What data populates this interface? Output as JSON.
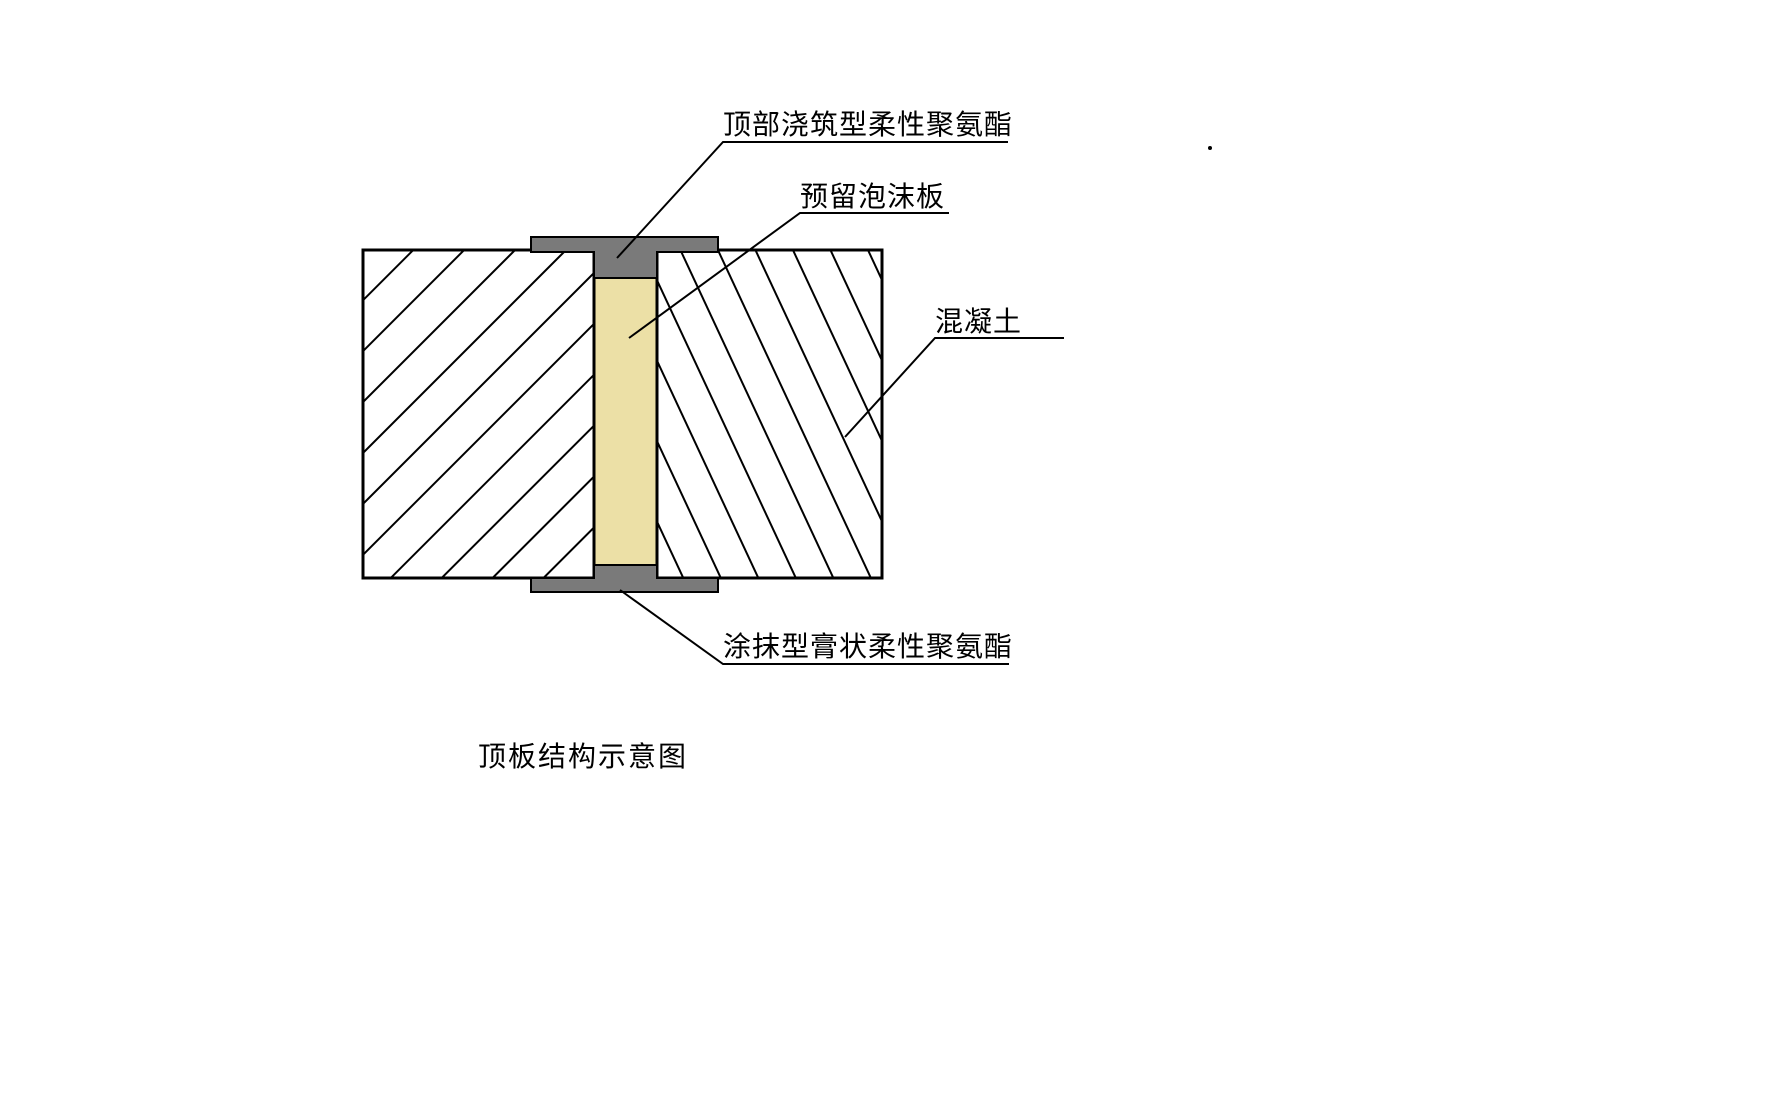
{
  "diagram": {
    "caption": "顶板结构示意图",
    "labels": {
      "top_seal": "顶部浇筑型柔性聚氨酯",
      "foam_board": "预留泡沫板",
      "concrete": "混凝土",
      "bottom_seal": "涂抹型膏状柔性聚氨酯"
    },
    "colors": {
      "background": "#ffffff",
      "line": "#000000",
      "foam_fill": "#ece0a6",
      "seal_gray": "#7a7a7a"
    }
  }
}
